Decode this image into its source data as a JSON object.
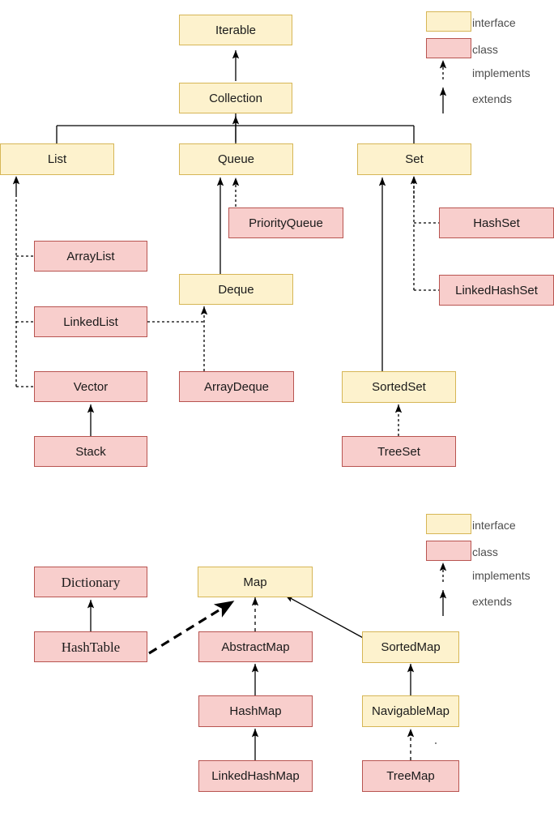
{
  "diagram": {
    "title": "Java Collections and Map hierarchy",
    "colors": {
      "interface_fill": "#fdf2cd",
      "interface_border": "#d6b656",
      "class_fill": "#f8cecc",
      "class_border": "#b85450",
      "edge": "#000000",
      "legend_text": "#4d4d4d"
    }
  },
  "legend_top": {
    "interface_label": "interface",
    "class_label": "class",
    "implements_label": "implements",
    "extends_label": "extends"
  },
  "legend_bottom": {
    "interface_label": "interface",
    "class_label": "class",
    "implements_label": "implements",
    "extends_label": "extends"
  },
  "collections": {
    "nodes": {
      "iterable": {
        "label": "Iterable",
        "kind": "interface"
      },
      "collection": {
        "label": "Collection",
        "kind": "interface"
      },
      "list": {
        "label": "List",
        "kind": "interface"
      },
      "queue": {
        "label": "Queue",
        "kind": "interface"
      },
      "set": {
        "label": "Set",
        "kind": "interface"
      },
      "priorityqueue": {
        "label": "PriorityQueue",
        "kind": "class"
      },
      "hashset": {
        "label": "HashSet",
        "kind": "class"
      },
      "linkedhashset": {
        "label": "LinkedHashSet",
        "kind": "class"
      },
      "arraylist": {
        "label": "ArrayList",
        "kind": "class"
      },
      "deque": {
        "label": "Deque",
        "kind": "interface"
      },
      "linkedlist": {
        "label": "LinkedList",
        "kind": "class"
      },
      "vector": {
        "label": "Vector",
        "kind": "class"
      },
      "arraydeque": {
        "label": "ArrayDeque",
        "kind": "class"
      },
      "sortedset": {
        "label": "SortedSet",
        "kind": "interface"
      },
      "stack": {
        "label": "Stack",
        "kind": "class"
      },
      "treeset": {
        "label": "TreeSet",
        "kind": "class"
      }
    },
    "edges": [
      {
        "from": "Collection",
        "to": "Iterable",
        "type": "extends"
      },
      {
        "from": "List",
        "to": "Collection",
        "type": "extends"
      },
      {
        "from": "Queue",
        "to": "Collection",
        "type": "extends"
      },
      {
        "from": "Set",
        "to": "Collection",
        "type": "extends"
      },
      {
        "from": "ArrayList",
        "to": "List",
        "type": "implements"
      },
      {
        "from": "LinkedList",
        "to": "List",
        "type": "implements"
      },
      {
        "from": "Vector",
        "to": "List",
        "type": "implements"
      },
      {
        "from": "Stack",
        "to": "Vector",
        "type": "extends"
      },
      {
        "from": "Deque",
        "to": "Queue",
        "type": "extends"
      },
      {
        "from": "PriorityQueue",
        "to": "Queue",
        "type": "implements"
      },
      {
        "from": "ArrayDeque",
        "to": "Deque",
        "type": "implements"
      },
      {
        "from": "LinkedList",
        "to": "Deque",
        "type": "implements"
      },
      {
        "from": "SortedSet",
        "to": "Set",
        "type": "extends"
      },
      {
        "from": "HashSet",
        "to": "Set",
        "type": "implements"
      },
      {
        "from": "LinkedHashSet",
        "to": "Set",
        "type": "implements"
      },
      {
        "from": "TreeSet",
        "to": "SortedSet",
        "type": "implements"
      }
    ]
  },
  "maps": {
    "nodes": {
      "dictionary": {
        "label": "Dictionary",
        "kind": "class"
      },
      "map": {
        "label": "Map",
        "kind": "interface"
      },
      "hashtable": {
        "label": "HashTable",
        "kind": "class"
      },
      "abstractmap": {
        "label": "AbstractMap",
        "kind": "class"
      },
      "sortedmap": {
        "label": "SortedMap",
        "kind": "interface"
      },
      "hashmap": {
        "label": "HashMap",
        "kind": "class"
      },
      "navigablemap": {
        "label": "NavigableMap",
        "kind": "interface"
      },
      "linkedhashmap": {
        "label": "LinkedHashMap",
        "kind": "class"
      },
      "treemap": {
        "label": "TreeMap",
        "kind": "class"
      }
    },
    "edges": [
      {
        "from": "HashTable",
        "to": "Dictionary",
        "type": "extends"
      },
      {
        "from": "HashTable",
        "to": "Map",
        "type": "implements"
      },
      {
        "from": "AbstractMap",
        "to": "Map",
        "type": "implements"
      },
      {
        "from": "SortedMap",
        "to": "Map",
        "type": "extends"
      },
      {
        "from": "HashMap",
        "to": "AbstractMap",
        "type": "extends"
      },
      {
        "from": "LinkedHashMap",
        "to": "HashMap",
        "type": "extends"
      },
      {
        "from": "NavigableMap",
        "to": "SortedMap",
        "type": "extends"
      },
      {
        "from": "TreeMap",
        "to": "NavigableMap",
        "type": "implements"
      }
    ]
  }
}
